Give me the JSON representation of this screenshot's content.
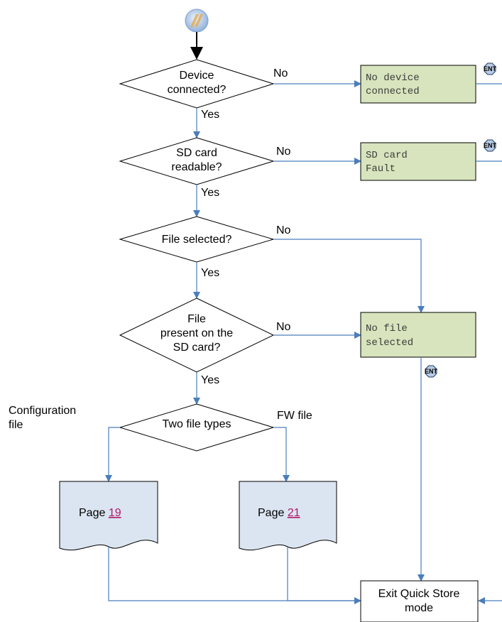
{
  "decisions": {
    "device": {
      "line1": "Device",
      "line2": "connected?",
      "no": "No",
      "yes": "Yes"
    },
    "sd": {
      "line1": "SD card",
      "line2": "readable?",
      "no": "No",
      "yes": "Yes"
    },
    "file_selected": {
      "line1": "File selected?",
      "no": "No",
      "yes": "Yes"
    },
    "file_present": {
      "line1": "File",
      "line2": "present on the",
      "line3": "SD card?",
      "no": "No",
      "yes": "Yes"
    },
    "file_types": {
      "line1": "Two file types",
      "left_label_1": "Configuration",
      "left_label_2": "file",
      "right_label": "FW file"
    }
  },
  "displays": {
    "no_device": {
      "line1": "No device",
      "line2": "connected"
    },
    "sd_fault": {
      "line1": "SD card",
      "line2": "Fault"
    },
    "no_file": {
      "line1": "No file",
      "line2": "selected"
    }
  },
  "ent_label": "ENT",
  "pages": {
    "config": {
      "prefix": "Page ",
      "number": "19"
    },
    "fw": {
      "prefix": "Page ",
      "number": "21"
    }
  },
  "exit": {
    "line1": "Exit Quick Store",
    "line2": "mode"
  },
  "colors": {
    "connector": "#4a7ebb",
    "lcd_background": "#d7e4bd",
    "document_fill": "#dbe5f1",
    "ent_button": "#b8cce4",
    "link": "#b0186a"
  }
}
